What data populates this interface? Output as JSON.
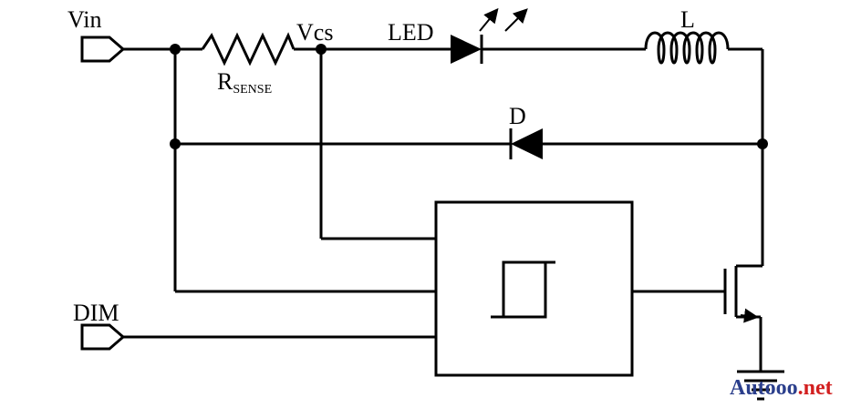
{
  "labels": {
    "vin": "Vin",
    "vcs": "Vcs",
    "led": "LED",
    "inductor": "L",
    "diode": "D",
    "rsense_main": "R",
    "rsense_sub": "SENSE",
    "dim": "DIM"
  },
  "watermark": {
    "part1": "Autooo",
    "part2": ".net",
    "color1": "#2b3f8c",
    "color2": "#d21f1f"
  },
  "colors": {
    "line": "#000000",
    "background": "#ffffff"
  }
}
